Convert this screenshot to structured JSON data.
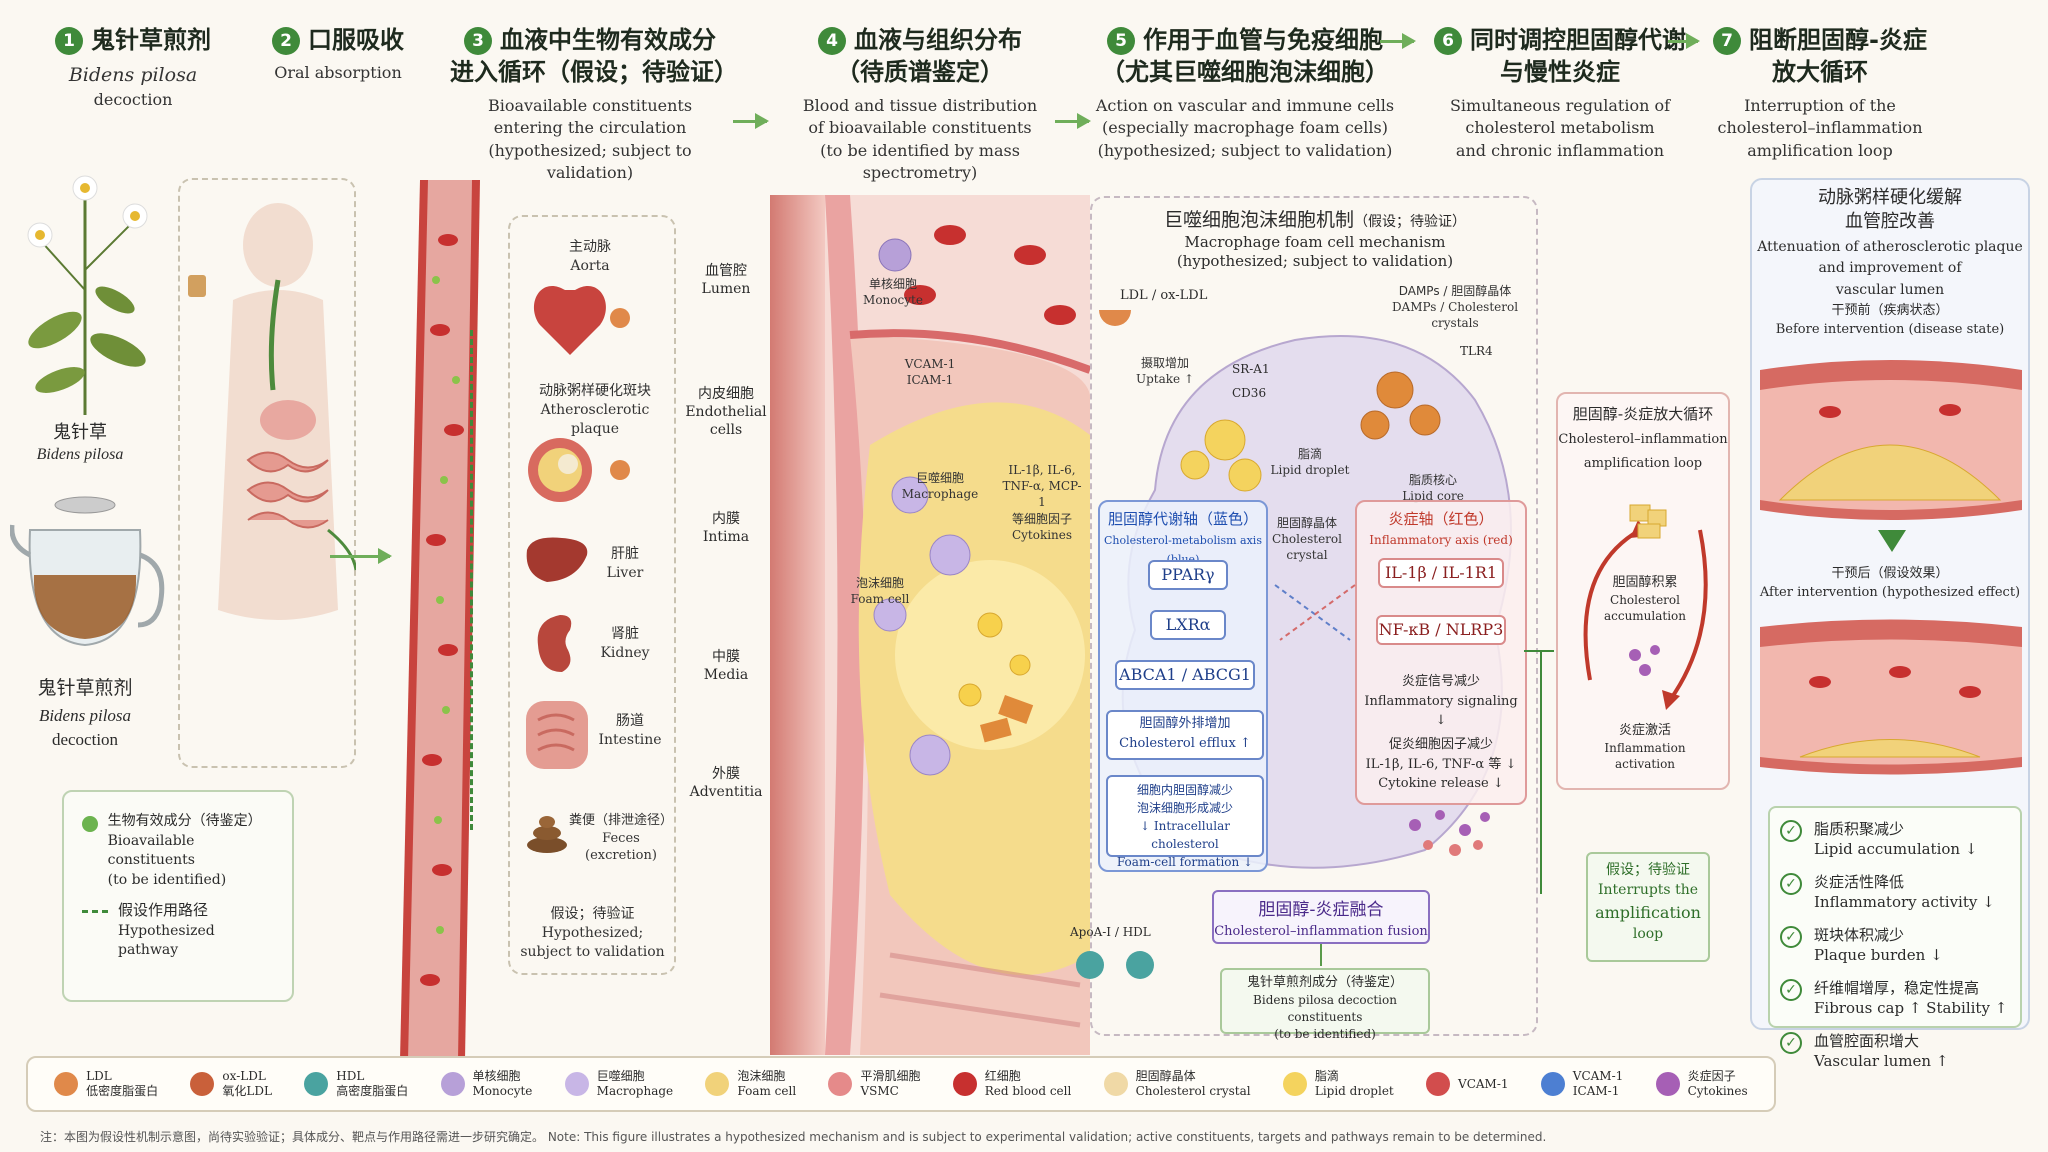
{
  "steps": [
    {
      "num": "1",
      "zh": "鬼针草煎剂",
      "en1": "Bidens pilosa",
      "en2": "decoction"
    },
    {
      "num": "2",
      "zh": "口服吸收",
      "en1": "Oral absorption"
    },
    {
      "num": "3",
      "zh": "血液中生物有效成分",
      "zh2": "进入循环（假设；待验证）",
      "en1": "Bioavailable constituents",
      "en2": "entering the circulation",
      "en3": "(hypothesized; subject to validation)"
    },
    {
      "num": "4",
      "zh": "血液与组织分布",
      "zh2": "（待质谱鉴定）",
      "en1": "Blood and tissue distribution",
      "en2": "of bioavailable constituents",
      "en3": "(to be identified by mass spectrometry)"
    },
    {
      "num": "5",
      "zh": "作用于血管与免疫细胞",
      "zh2": "（尤其巨噬细胞泡沫细胞）",
      "en1": "Action on vascular and immune cells",
      "en2": "(especially macrophage foam cells)",
      "en3": "(hypothesized; subject to validation)"
    },
    {
      "num": "6",
      "zh": "同时调控胆固醇代谢",
      "zh2": "与慢性炎症",
      "en1": "Simultaneous regulation of",
      "en2": "cholesterol metabolism",
      "en3": "and chronic inflammation"
    },
    {
      "num": "7",
      "zh": "阻断胆固醇-炎症",
      "zh2": "放大循环",
      "en1": "Interruption of the",
      "en2": "cholesterol–inflammation",
      "en3": "amplification loop"
    }
  ],
  "left": {
    "plant_zh": "鬼针草",
    "plant_en": "Bidens pilosa",
    "decoction_zh": "鬼针草煎剂",
    "decoction_en1": "Bidens pilosa",
    "decoction_en2": "decoction"
  },
  "legend_box": {
    "item1_zh": "生物有效成分（待鉴定）",
    "item1_en1": "Bioavailable constituents",
    "item1_en2": "(to be identified)",
    "item2_zh": "假设作用路径",
    "item2_en1": "Hypothesized",
    "item2_en2": "pathway"
  },
  "organs": [
    {
      "zh": "主动脉",
      "en": "Aorta"
    },
    {
      "zh": "动脉粥样硬化斑块",
      "en": "Atherosclerotic plaque"
    },
    {
      "zh": "肝脏",
      "en": "Liver"
    },
    {
      "zh": "肾脏",
      "en": "Kidney"
    },
    {
      "zh": "肠道",
      "en": "Intestine"
    },
    {
      "zh": "粪便（排泄途径）",
      "en": "Feces (excretion)"
    }
  ],
  "organ_note": {
    "zh": "假设；待验证",
    "en1": "Hypothesized;",
    "en2": "subject to validation"
  },
  "vessel_layers": [
    {
      "zh": "血管腔",
      "en": "Lumen"
    },
    {
      "zh": "内皮细胞",
      "en1": "Endothelial",
      "en2": "cells"
    },
    {
      "zh": "内膜",
      "en": "Intima"
    },
    {
      "zh": "中膜",
      "en": "Media"
    },
    {
      "zh": "外膜",
      "en": "Adventitia"
    }
  ],
  "vessel_labels": {
    "monocyte_zh": "单核细胞",
    "monocyte_en": "Monocyte",
    "vcam": "VCAM-1",
    "icam": "ICAM-1",
    "macrophage_zh": "巨噬细胞",
    "macrophage_en": "Macrophage",
    "cytokine1": "IL-1β, IL-6,",
    "cytokine2": "TNF-α, MCP-1",
    "cytokine3": "等细胞因子",
    "cytokine4": "Cytokines",
    "foam_zh": "泡沫细胞",
    "foam_en": "Foam cell"
  },
  "mechanism": {
    "title_zh": "巨噬细胞泡沫细胞机制",
    "title_tag": "（假设；待验证）",
    "title_en1": "Macrophage foam cell mechanism",
    "title_en2": "(hypothesized; subject to validation)",
    "ldl": "LDL / ox-LDL",
    "damps_zh": "DAMPs / 胆固醇晶体",
    "damps_en": "DAMPs / Cholesterol crystals",
    "uptake_zh": "摄取增加",
    "uptake_en": "Uptake ↑",
    "sra1": "SR-A1",
    "cd36": "CD36",
    "tlr4": "TLR4",
    "lipid_droplet_zh": "脂滴",
    "lipid_droplet_en": "Lipid droplet",
    "lipid_core_zh": "脂质核心",
    "lipid_core_en": "Lipid core",
    "crystal_zh": "胆固醇晶体",
    "crystal_en1": "Cholesterol",
    "crystal_en2": "crystal",
    "blue_axis_zh": "胆固醇代谢轴（蓝色）",
    "blue_axis_en": "Cholesterol-metabolism axis (blue)",
    "pparg": "PPARγ",
    "lxra": "LXRα",
    "abca": "ABCA1 / ABCG1",
    "efflux_zh": "胆固醇外排增加",
    "efflux_en": "Cholesterol efflux ↑",
    "intra_zh1": "细胞内胆固醇减少",
    "intra_zh2": "泡沫细胞形成减少",
    "intra_en1": "↓ Intracellular cholesterol",
    "intra_en2": "Foam-cell formation ↓",
    "red_axis_zh": "炎症轴（红色）",
    "red_axis_en": "Inflammatory axis (red)",
    "il1": "IL-1β / IL-1R1",
    "nfkb": "NF-κB / NLRP3",
    "sig_zh": "炎症信号减少",
    "sig_en": "Inflammatory signaling ↓",
    "cyt_zh": "促炎细胞因子减少",
    "cyt_en1": "IL-1β, IL-6, TNF-α 等 ↓",
    "cyt_en2": "Cytokine release ↓",
    "apoa": "ApoA-I / HDL",
    "fusion_zh": "胆固醇-炎症融合",
    "fusion_en": "Cholesterol–inflammation fusion",
    "const_zh": "鬼针草煎剂成分（待鉴定）",
    "const_en1": "Bidens pilosa decoction constituents",
    "const_en2": "(to be identified)"
  },
  "loop": {
    "title_zh": "胆固醇-炎症放大循环",
    "title_en1": "Cholesterol–inflammation",
    "title_en2": "amplification loop",
    "acc_zh": "胆固醇积累",
    "acc_en1": "Cholesterol",
    "acc_en2": "accumulation",
    "inf_zh": "炎症激活",
    "inf_en1": "Inflammation",
    "inf_en2": "activation",
    "hyp_zh": "假设；待验证",
    "hyp_en1": "Interrupts the",
    "hyp_en2": "amplification",
    "hyp_en3": "loop"
  },
  "outcome": {
    "title_zh1": "动脉粥样硬化缓解",
    "title_zh2": "血管腔改善",
    "title_en1": "Attenuation of atherosclerotic plaque",
    "title_en2": "and improvement of",
    "title_en3": "vascular lumen",
    "before_zh": "干预前（疾病状态）",
    "before_en": "Before intervention (disease state)",
    "after_zh": "干预后（假设效果）",
    "after_en": "After intervention (hypothesized effect)",
    "checks": [
      {
        "zh": "脂质积聚减少",
        "en": "Lipid accumulation ↓"
      },
      {
        "zh": "炎症活性降低",
        "en": "Inflammatory activity ↓"
      },
      {
        "zh": "斑块体积减少",
        "en": "Plaque burden ↓"
      },
      {
        "zh": "纤维帽增厚，稳定性提高",
        "en": "Fibrous cap ↑    Stability ↑"
      },
      {
        "zh": "血管腔面积增大",
        "en": "Vascular lumen ↑"
      }
    ]
  },
  "bottom_legend": [
    {
      "en": "LDL",
      "zh": "低密度脂蛋白",
      "color": "#e0894a"
    },
    {
      "en": "ox-LDL",
      "zh": "氧化LDL",
      "color": "#c9603a"
    },
    {
      "en": "HDL",
      "zh": "高密度脂蛋白",
      "color": "#4aa3a0"
    },
    {
      "zh": "单核细胞",
      "en": "Monocyte",
      "color": "#b7a0d8"
    },
    {
      "zh": "巨噬细胞",
      "en": "Macrophage",
      "color": "#c8b6e6"
    },
    {
      "zh": "泡沫细胞",
      "en": "Foam cell",
      "color": "#f1d27a"
    },
    {
      "zh": "平滑肌细胞",
      "en": "VSMC",
      "color": "#e58a8a"
    },
    {
      "zh": "红细胞",
      "en": "Red blood cell",
      "color": "#c7302f"
    },
    {
      "zh": "胆固醇晶体",
      "en": "Cholesterol crystal",
      "color": "#f0d9a6"
    },
    {
      "zh": "脂滴",
      "en": "Lipid droplet",
      "color": "#f4d35e"
    },
    {
      "en": "VCAM-1",
      "zh": "",
      "color": "#d24d4d"
    },
    {
      "en": "VCAM-1",
      "zh": "ICAM-1",
      "color": "#4d7fd2"
    },
    {
      "zh": "炎症因子",
      "en": "Cytokines",
      "color": "#a65fb5"
    }
  ],
  "footnote": "注：本图为假设性机制示意图，尚待实验验证；具体成分、靶点与作用路径需进一步研究确定。     Note: This figure illustrates a hypothesized mechanism and is subject to experimental validation; active constituents, targets and pathways remain to be determined."
}
